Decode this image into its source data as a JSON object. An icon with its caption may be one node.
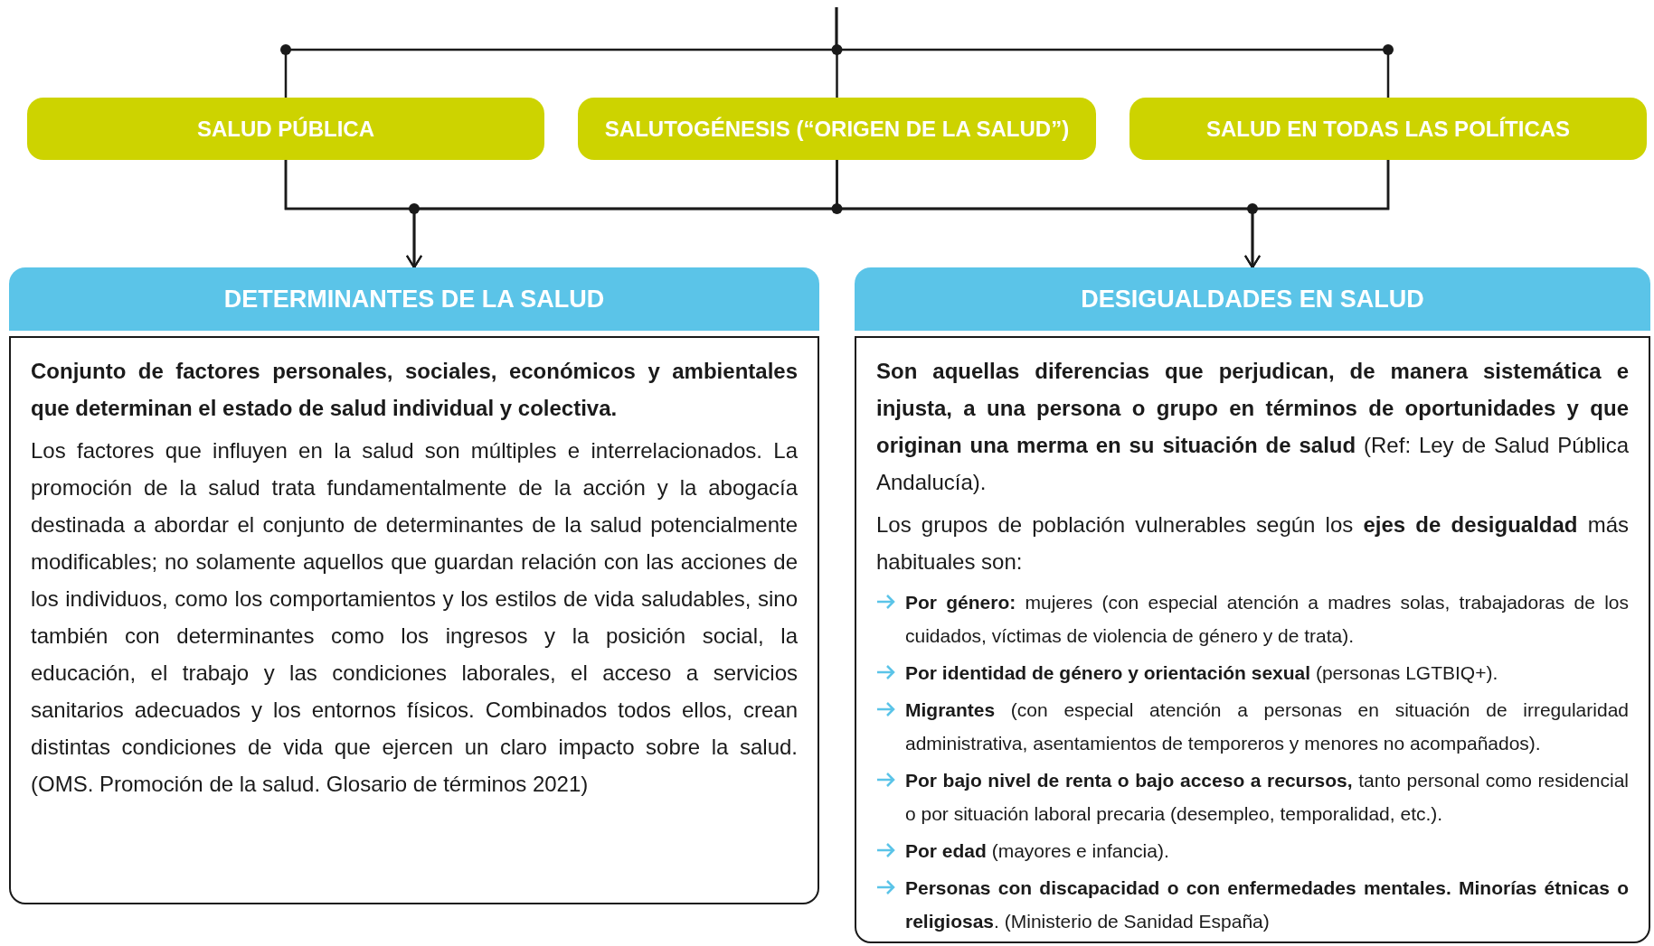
{
  "diagram": {
    "nodes": [
      {
        "text": [
          "SALUD PÚBLICA"
        ]
      },
      {
        "text": [
          "SALUTOGÉNESIS (“ORIGEN DE LA SALUD”)"
        ]
      },
      {
        "text": [
          "SALUD EN TODAS LAS POLÍTICAS"
        ]
      },
      {
        "text": [
          "DETERMINANTES DE LA SALUD",
          "Conjunto de factores personales, sociales, económicos y ambientales que determinan el estado de salud individual y colectiva.",
          "Los factores que influyen en la salud son múltiples e interrelacionados. La promoción de la salud trata fundamentalmente de la acción y la abogacía destinada a abordar el conjunto de determinantes de la salud potencialmente modificables; no solamente aquellos que guardan relación con las acciones de los individuos, como los comportamientos y los estilos de vida saludables, sino también con determinantes como los ingresos y la posición social, la educación, el trabajo y las condiciones laborales, el acceso a servicios sanitarios adecuados y los entornos físicos. Combinados todos ellos, crean distintas condiciones de vida que ejercen un claro impacto sobre la salud. (OMS. Promoción de la salud. Glosario de términos 2021)"
        ]
      },
      {
        "text": [
          "DESIGUALDADES EN SALUD",
          "**Son aquellas diferencias que perjudican, de manera sistemática e injusta, a una persona o grupo en términos de oportunidades y que originan una merma en su situación de salud** (Ref: Ley de Salud Pública Andalucía).",
          "Los grupos de población vulnerables según los **ejes de desigualdad** más habituales son:",
          "**Por género:** mujeres (con especial atención a madres solas, trabajadoras de los cuidados, víctimas de violencia de género y de trata).",
          "**Por identidad de género y orientación sexual** (personas LGTBIQ+).",
          "**Migrantes** (con especial atención a personas en situación de irregularidad administrativa, asentamientos de temporeros y menores no acompañados).",
          "**Por bajo nivel de renta o bajo acceso a recursos,** tanto personal como residencial o por situación laboral precaria (desempleo, temporalidad, etc.).",
          "**Por edad** (mayores e infancia).",
          "**Personas con discapacidad o con enfermedades mentales. Minorías étnicas o religiosas**. (Ministerio de Sanidad España)"
        ]
      }
    ],
    "edges": [
      {
        "from": null,
        "to": 0,
        "arrow": "none"
      },
      {
        "from": null,
        "to": 1,
        "arrow": "none"
      },
      {
        "from": null,
        "to": 2,
        "arrow": "none"
      },
      {
        "from": 0,
        "to": 3,
        "arrow": "to"
      },
      {
        "from": 0,
        "to": 4,
        "arrow": "to"
      },
      {
        "from": 1,
        "to": 3,
        "arrow": "to"
      },
      {
        "from": 1,
        "to": 4,
        "arrow": "to"
      },
      {
        "from": 2,
        "to": 3,
        "arrow": "to"
      },
      {
        "from": 2,
        "to": 4,
        "arrow": "to"
      }
    ]
  }
}
